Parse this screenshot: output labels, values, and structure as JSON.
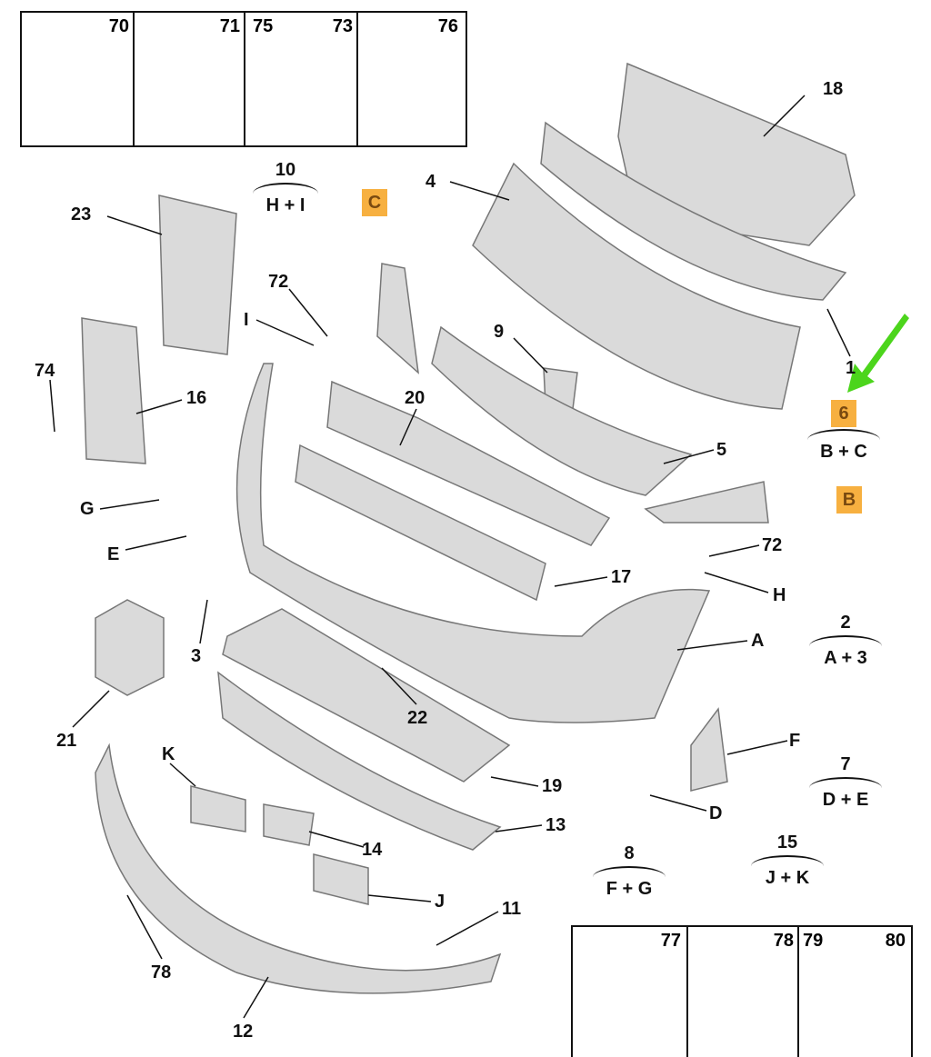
{
  "fasteners_top": [
    {
      "numbers": [
        "70"
      ]
    },
    {
      "numbers": [
        "71"
      ]
    },
    {
      "numbers": [
        "75",
        "73"
      ]
    },
    {
      "numbers": [
        "76"
      ]
    }
  ],
  "fasteners_bottom": [
    {
      "numbers": [
        "77"
      ]
    },
    {
      "numbers": [
        "78"
      ]
    },
    {
      "numbers": [
        "79",
        "80"
      ]
    }
  ],
  "callouts": [
    "18",
    "4",
    "23",
    "72",
    "I",
    "9",
    "1",
    "74",
    "16",
    "20",
    "5",
    "G",
    "E",
    "72",
    "17",
    "H",
    "A",
    "3",
    "21",
    "22",
    "F",
    "K",
    "19",
    "D",
    "13",
    "14",
    "J",
    "11",
    "78",
    "12"
  ],
  "tags": [
    "C",
    "B"
  ],
  "kits": [
    {
      "number": "10",
      "contents": "H + I"
    },
    {
      "number": "6",
      "contents": "B + C",
      "highlight": true
    },
    {
      "number": "2",
      "contents": "A + 3"
    },
    {
      "number": "7",
      "contents": "D + E"
    },
    {
      "number": "8",
      "contents": "F + G"
    },
    {
      "number": "15",
      "contents": "J + K"
    }
  ],
  "colors": {
    "highlight": "#f7b040",
    "arrow": "#4cd51c",
    "part": "#d8d8d8"
  }
}
